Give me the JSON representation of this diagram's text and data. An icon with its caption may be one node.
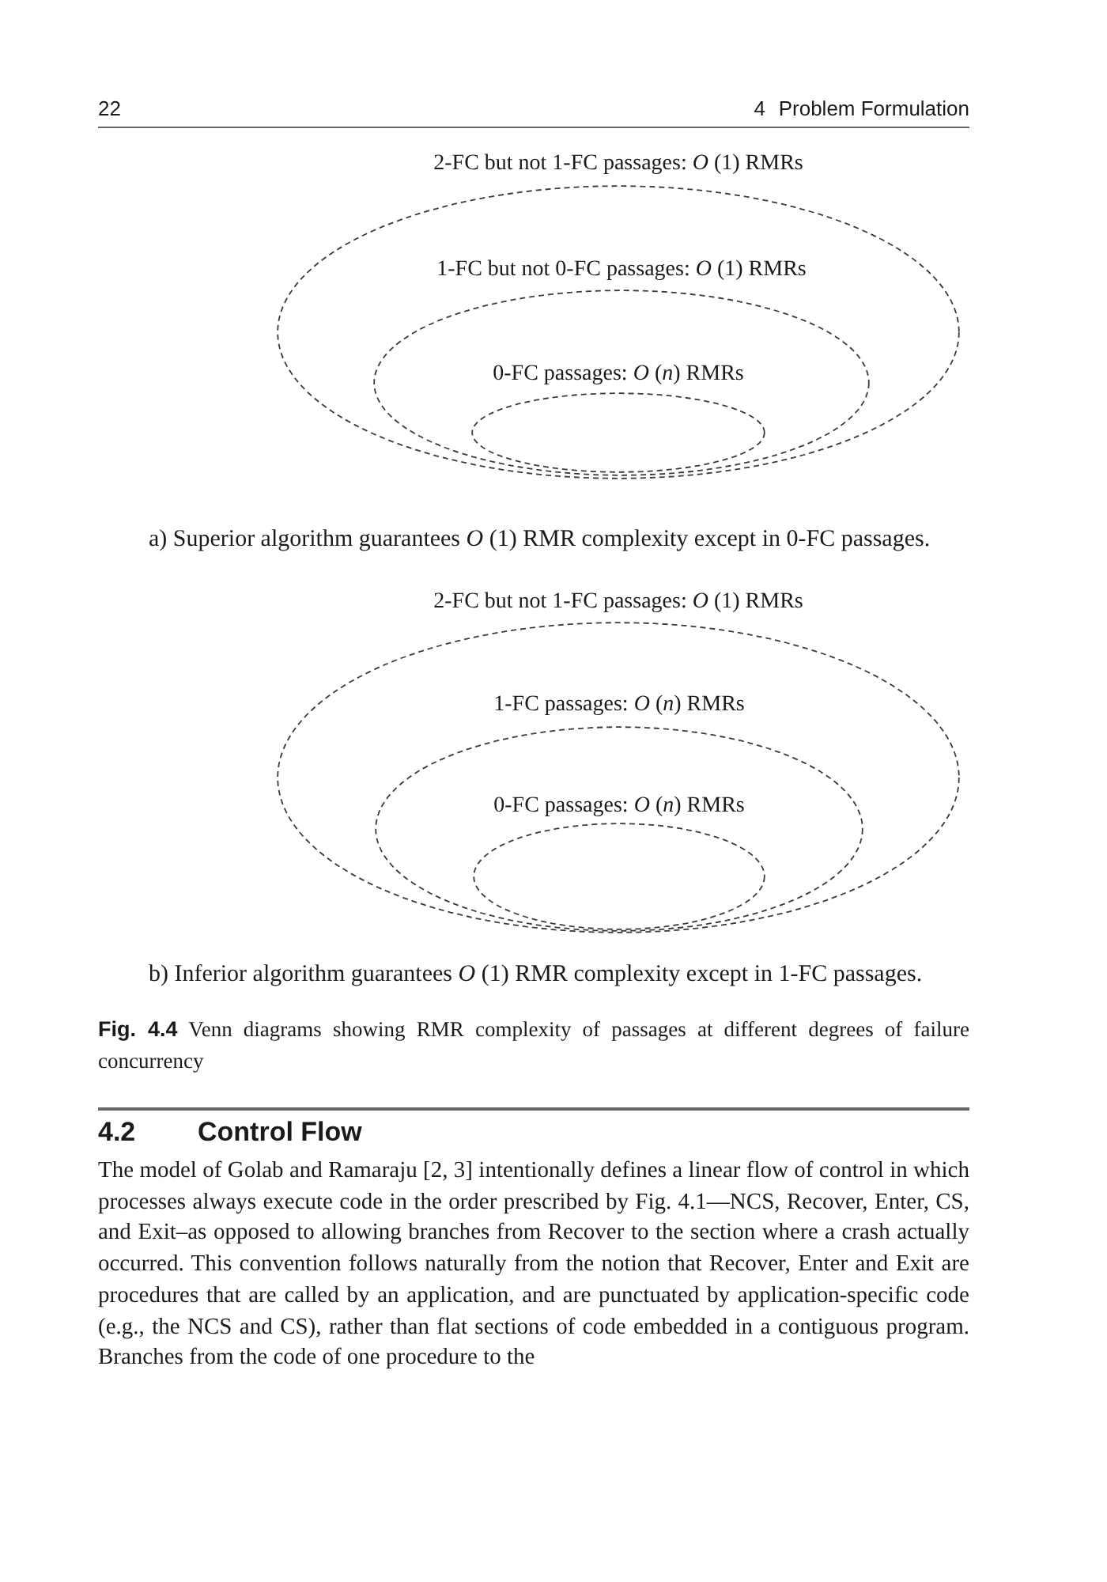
{
  "diagram": {
    "caption": "**Fig. 4.4** Venn diagrams showing RMR complexity of passages at different degrees of failure concurrency",
    "nodes": [
      {
        "text": [
          "2-FC but not 1-FC passages: *O* (1) RMRs"
        ]
      },
      {
        "text": [
          "1-FC but not 0-FC passages: *O* (1) RMRs"
        ],
        "in": 0
      },
      {
        "text": [
          "0-FC passages: *O* (*n*) RMRs"
        ],
        "in": 1
      },
      {
        "text": [
          "2-FC but not 1-FC passages: *O* (1) RMRs"
        ]
      },
      {
        "text": [
          "1-FC passages: *O* (*n*) RMRs"
        ],
        "in": 3
      },
      {
        "text": [
          "0-FC passages: *O* (*n*) RMRs"
        ],
        "in": 4
      }
    ],
    "labels": [
      "22",
      "4",
      "Problem Formulation",
      "a) Superior algorithm guarantees *O* (1) RMR complexity except in 0-FC passages.",
      "b) Inferior algorithm guarantees *O* (1) RMR complexity except in 1-FC passages.",
      "4.2",
      "Control Flow",
      "The model of Golab and Ramaraju [2, 3] intentionally defines a linear flow of control in which processes always execute code in the order prescribed by Fig. 4.1—NCS, Recover, Enter, CS, and Exit–as opposed to allowing branches from Recover to the section where a crash actually occurred. This convention follows naturally from the notion that Recover, Enter and Exit are procedures that are called by an application, and are punctuated by application-specific code (e.g., the NCS and CS), rather than flat sections of code embedded in a contiguous program. Branches from the code of one procedure to the"
    ]
  }
}
